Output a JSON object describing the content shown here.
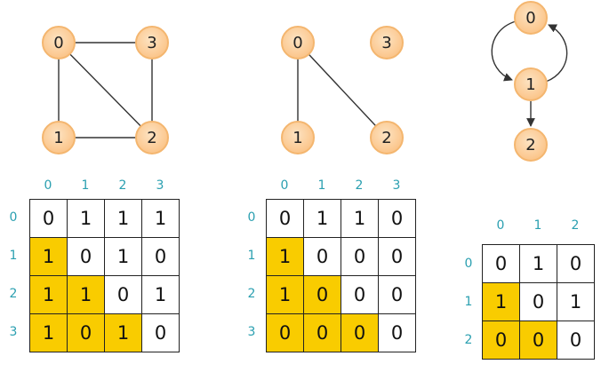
{
  "graph1": {
    "nodes": [
      {
        "id": "n0",
        "label": "0"
      },
      {
        "id": "n1",
        "label": "1"
      },
      {
        "id": "n2",
        "label": "2"
      },
      {
        "id": "n3",
        "label": "3"
      }
    ]
  },
  "graph2": {
    "nodes": [
      {
        "id": "n0",
        "label": "0"
      },
      {
        "id": "n1",
        "label": "1"
      },
      {
        "id": "n2",
        "label": "2"
      },
      {
        "id": "n3",
        "label": "3"
      }
    ]
  },
  "graph3": {
    "nodes": [
      {
        "id": "n0",
        "label": "0"
      },
      {
        "id": "n1",
        "label": "1"
      },
      {
        "id": "n2",
        "label": "2"
      }
    ]
  },
  "matrix1": {
    "col_headers": [
      "0",
      "1",
      "2",
      "3"
    ],
    "row_headers": [
      "0",
      "1",
      "2",
      "3"
    ],
    "rows": [
      [
        "0",
        "1",
        "1",
        "1"
      ],
      [
        "1",
        "0",
        "1",
        "0"
      ],
      [
        "1",
        "1",
        "0",
        "1"
      ],
      [
        "1",
        "0",
        "1",
        "0"
      ]
    ]
  },
  "matrix2": {
    "col_headers": [
      "0",
      "1",
      "2",
      "3"
    ],
    "row_headers": [
      "0",
      "1",
      "2",
      "3"
    ],
    "rows": [
      [
        "0",
        "1",
        "1",
        "0"
      ],
      [
        "1",
        "0",
        "0",
        "0"
      ],
      [
        "1",
        "0",
        "0",
        "0"
      ],
      [
        "0",
        "0",
        "0",
        "0"
      ]
    ]
  },
  "matrix3": {
    "col_headers": [
      "0",
      "1",
      "2"
    ],
    "row_headers": [
      "0",
      "1",
      "2"
    ],
    "rows": [
      [
        "0",
        "1",
        "0"
      ],
      [
        "1",
        "0",
        "1"
      ],
      [
        "0",
        "0",
        "0"
      ]
    ]
  },
  "colors": {
    "node_fill": "#fbcf9b",
    "node_stroke": "#f4b66f",
    "highlight": "#f9cc00",
    "header": "#2a9fb0"
  }
}
